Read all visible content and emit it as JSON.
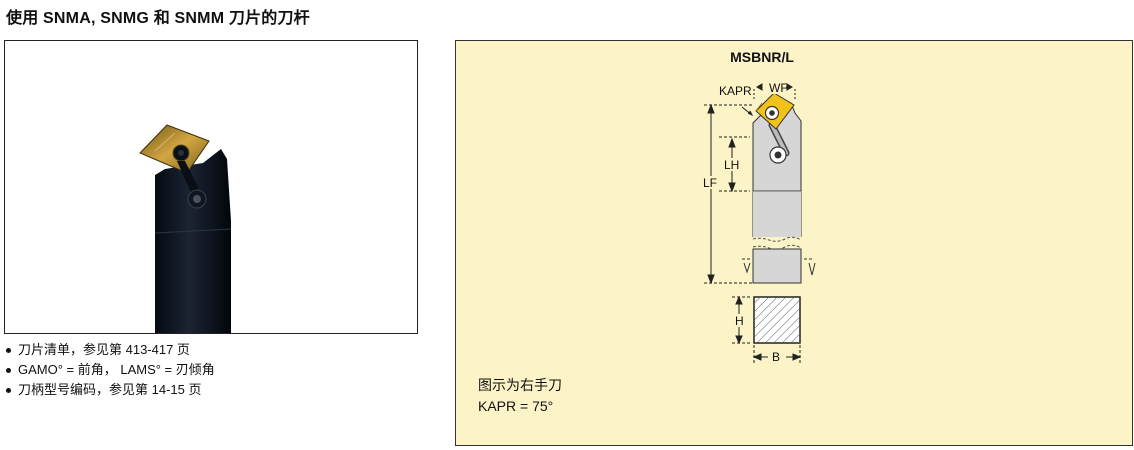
{
  "header": {
    "title": "使用 SNMA, SNMG 和 SNMM 刀片的刀杆"
  },
  "notes": [
    "刀片清单，参见第 413-417 页",
    "GAMO° = 前角， LAMS° = 刃倾角",
    "刀柄型号编码，参见第 14-15 页"
  ],
  "drawing": {
    "model": "MSBNR/L",
    "dims": {
      "kapr": "KAPR",
      "wf": "WF",
      "lh": "LH",
      "lf": "LF",
      "h": "H",
      "b": "B"
    },
    "caption_line1": "图示为右手刀",
    "caption_line2": "KAPR = 75°"
  },
  "colors": {
    "panel_bg": "#fcf3c7",
    "insert": "#f3c21a",
    "holder": "#d6d6d6",
    "photo_insert": "#b48a2a"
  }
}
